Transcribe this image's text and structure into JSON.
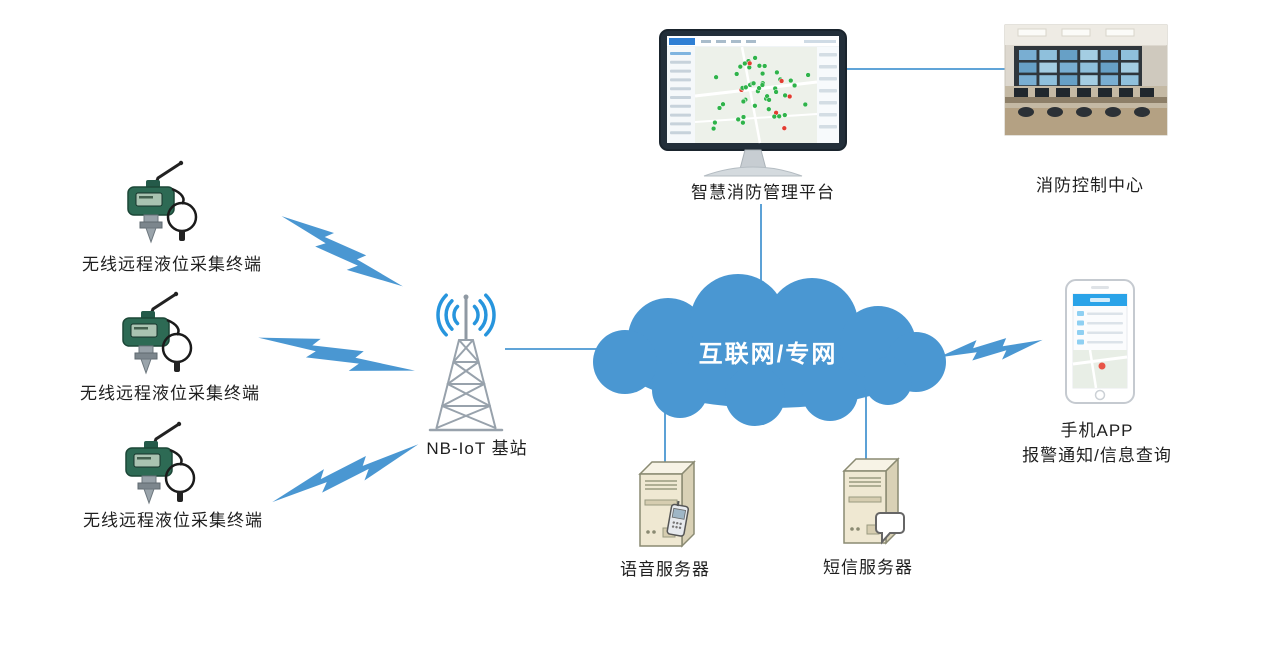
{
  "diagram": {
    "cloud": {
      "label": "互联网/专网"
    },
    "nodes": {
      "sensor1": {
        "label": "无线远程液位采集终端"
      },
      "sensor2": {
        "label": "无线远程液位采集终端"
      },
      "sensor3": {
        "label": "无线远程液位采集终端"
      },
      "base_station": {
        "label": "NB-IoT 基站"
      },
      "platform": {
        "label": "智慧消防管理平台"
      },
      "control_center": {
        "label": "消防控制中心"
      },
      "mobile_app": {
        "label_line1": "手机APP",
        "label_line2": "报警通知/信息查询"
      },
      "voice_server": {
        "label": "语音服务器"
      },
      "sms_server": {
        "label": "短信服务器"
      }
    },
    "colors": {
      "accent_blue": "#4a97d2",
      "wave_blue": "#2795dd",
      "cloud_fill": "#4a97d2",
      "cloud_text": "#ffffff",
      "label_text": "#1f1f1f",
      "sensor_green": "#2d6a54",
      "server_beige": "#efe8d2",
      "map_dot_green": "#2fb34a",
      "map_dot_red": "#e23c30"
    }
  }
}
